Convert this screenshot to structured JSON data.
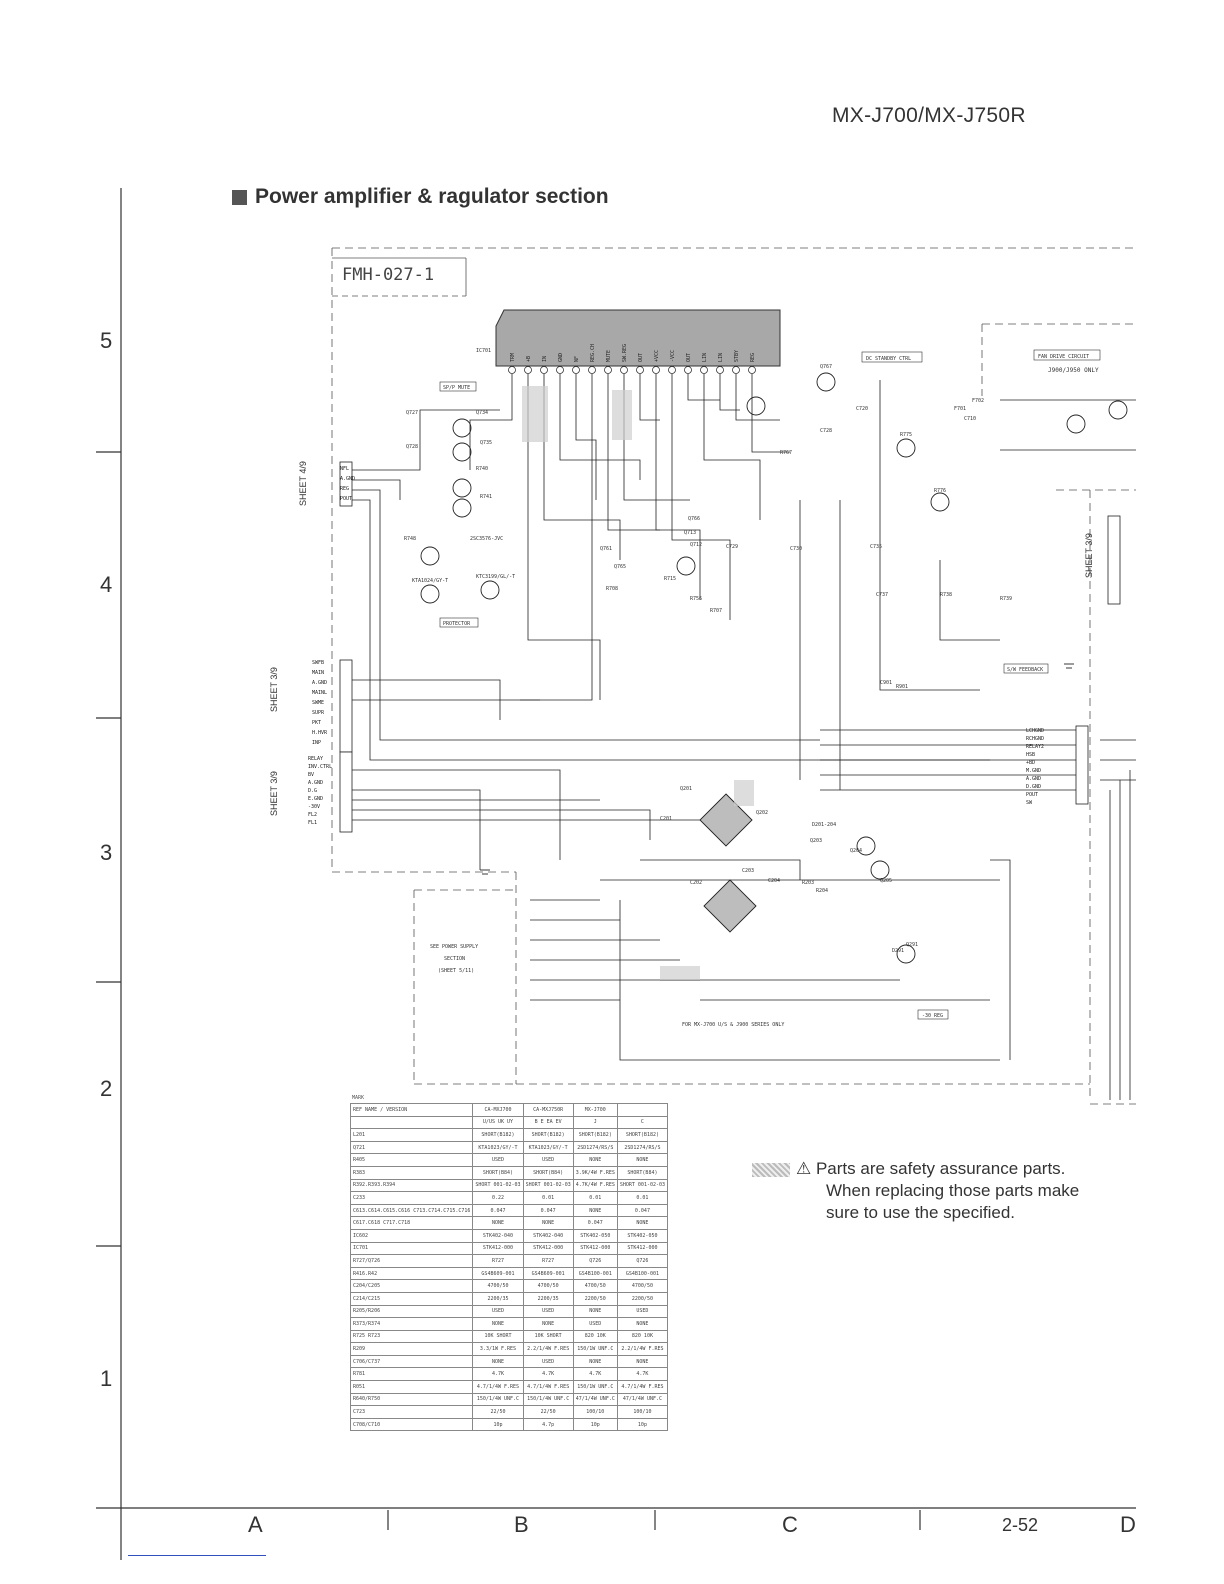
{
  "header": {
    "model": "MX-J700/MX-J750R"
  },
  "section": {
    "title": "Power amplifier & ragulator section"
  },
  "board": {
    "name": "FMH-027-1"
  },
  "grid": {
    "rows": [
      "5",
      "4",
      "3",
      "2",
      "1"
    ],
    "columns": [
      "A",
      "B",
      "C",
      "D"
    ],
    "page_number": "2-52"
  },
  "sheets": {
    "left_top": "SHEET 4/9",
    "left_mid": "SHEET 3/9",
    "left_bot": "SHEET 3/9",
    "right": "SHEET 3/9"
  },
  "boxes": {
    "sub_power": [
      "SEE POWER SUPPLY",
      "SECTION",
      "(SHEET 5/11)"
    ],
    "standby": "DC STANDBY CTRL",
    "fan": "FAN DRIVE CIRCUIT",
    "fan_only": "J900/J950 ONLY",
    "sp_mute": "SP/P MUTE",
    "protector": "PROTECTOR",
    "sw_feedback": "S/W FEEDBACK",
    "for_only": "FOR MX-J700 U/S & J900 SERIES ONLY",
    "minus_30v_reg": "-30 REG"
  },
  "ic": {
    "id": "IC701",
    "pins": [
      "TRM",
      "+B",
      "IN",
      "GND",
      "NF",
      "REG.CH",
      "MUTE",
      "SW.REG",
      "OUT",
      "+VCC",
      "-VCC",
      "OUT",
      "LIN",
      "LIN",
      "STBY",
      "REG"
    ]
  },
  "connectors": {
    "cn701_pins": [
      "NFL",
      "A.GND",
      "REG",
      "POUT"
    ],
    "cn702_pins": [
      "SWFB",
      "MAIN",
      "A.GND",
      "MAINL",
      "SWME",
      "SUPR",
      "PKT",
      "H.HVR",
      "INP"
    ],
    "cn703_pins": [
      "RELAY",
      "INV.CTRL",
      "BV",
      "A.GND",
      "D.G",
      "E.GND",
      "-30V",
      "FL2",
      "FL1"
    ],
    "right_pins": [
      "LCHGND",
      "RCHGND",
      "RELAY2",
      "HSB",
      "+BD",
      "M.GND",
      "A.GND",
      "D.GND",
      "POUT",
      "SW"
    ]
  },
  "components": {
    "labels": [
      "Q727",
      "Q728",
      "Q734",
      "Q735",
      "R740",
      "R741",
      "R748",
      "2SC3576-JVC",
      "KTA1024/GY-T",
      "KTC3199/GL/-T",
      "Q713",
      "Q712",
      "Q761",
      "Q765",
      "Q766",
      "Q767",
      "R767",
      "R775",
      "R776",
      "C710",
      "C720",
      "C728",
      "C729",
      "C730",
      "C735",
      "C737",
      "R738",
      "R739",
      "R756",
      "R707",
      "R708",
      "R715",
      "Q201",
      "Q202",
      "D201-204",
      "Q203",
      "Q204",
      "Q205",
      "Q291",
      "D291",
      "R203",
      "R204",
      "C201",
      "C202",
      "C203",
      "C204",
      "R901",
      "C901",
      "F701",
      "F702"
    ]
  },
  "variation_table": {
    "label": "MARK",
    "header": [
      "REF NAME / VERSION",
      "CA-MXJ700",
      "CA-MXJ750R",
      "MX-J700",
      ""
    ],
    "subheader": [
      "",
      "U/US UK UY",
      "B E EA EV",
      "J",
      "C"
    ],
    "rows": [
      [
        "L201",
        "SHORT(B182)",
        "SHORT(B182)",
        "SHORT(B182)",
        "SHORT(B182)"
      ],
      [
        "Q721",
        "KTA1023/GY/-T",
        "KTA1023/GY/-T",
        "2SD1274/RS/S",
        "2SD1274/RS/S"
      ],
      [
        "R405",
        "USED",
        "USED",
        "NONE",
        "NONE"
      ],
      [
        "R383",
        "SHORT(B84)",
        "SHORT(B84)",
        "3.9K/4W F.RES",
        "SHORT(B84)"
      ],
      [
        "R392.R393.R394",
        "SHORT 001-02-03",
        "SHORT 001-02-03",
        "4.7K/4W F.RES",
        "SHORT 001-02-03"
      ],
      [
        "C233",
        "0.22",
        "0.01",
        "0.01",
        "0.01"
      ],
      [
        "C613.C614.C615.C616 C713.C714.C715.C716",
        "0.047",
        "0.047",
        "NONE",
        "0.047"
      ],
      [
        "C617.C618 C717.C718",
        "NONE",
        "NONE",
        "0.047",
        "NONE"
      ],
      [
        "IC602",
        "STK402-040",
        "STK402-040",
        "STK402-050",
        "STK402-050"
      ],
      [
        "IC701",
        "STK412-000",
        "STK412-000",
        "STK412-000",
        "STK412-000"
      ],
      [
        "R727/Q726",
        "R727",
        "R727",
        "Q726",
        "Q726"
      ],
      [
        "R416.R42",
        "GS4B609-001",
        "GS4B609-001",
        "GS4B100-001",
        "GS4B100-001"
      ],
      [
        "C204/C205",
        "4700/50",
        "4700/50",
        "4700/50",
        "4700/50"
      ],
      [
        "C214/C215",
        "2200/35",
        "2200/35",
        "2200/50",
        "2200/50"
      ],
      [
        "R205/R206",
        "USED",
        "USED",
        "NONE",
        "USED"
      ],
      [
        "R373/R374",
        "NONE",
        "NONE",
        "USED",
        "NONE"
      ],
      [
        "R725 R723",
        "10K SHORT",
        "10K SHORT",
        "820 10K",
        "820 10K"
      ],
      [
        "R209",
        "3.3/1W F.RES",
        "2.2/1/4W F.RES",
        "150/1W UNF.C",
        "2.2/1/4W F.RES"
      ],
      [
        "C706/C737",
        "NONE",
        "USED",
        "NONE",
        "NONE"
      ],
      [
        "R781",
        "4.7K",
        "4.7K",
        "4.7K",
        "4.7K"
      ],
      [
        "R051",
        "4.7/1/4W F.RES",
        "4.7/1/4W F.RES",
        "150/1W UNF.C",
        "4.7/1/4W F.RES"
      ],
      [
        "R640/R750",
        "150/1/4W UNF.C",
        "150/1/4W UNF.C",
        "47/1/4W UNF.C",
        "47/1/4W UNF.C"
      ],
      [
        "C723",
        "22/50",
        "22/50",
        "100/10",
        "100/10"
      ],
      [
        "C708/C710",
        "10p",
        "4.7p",
        "10p",
        "10p"
      ]
    ]
  },
  "notice": {
    "line1": "⚠ Parts are safety assurance parts.",
    "line2": "When replacing those parts make",
    "line3": "sure to use the specified."
  }
}
